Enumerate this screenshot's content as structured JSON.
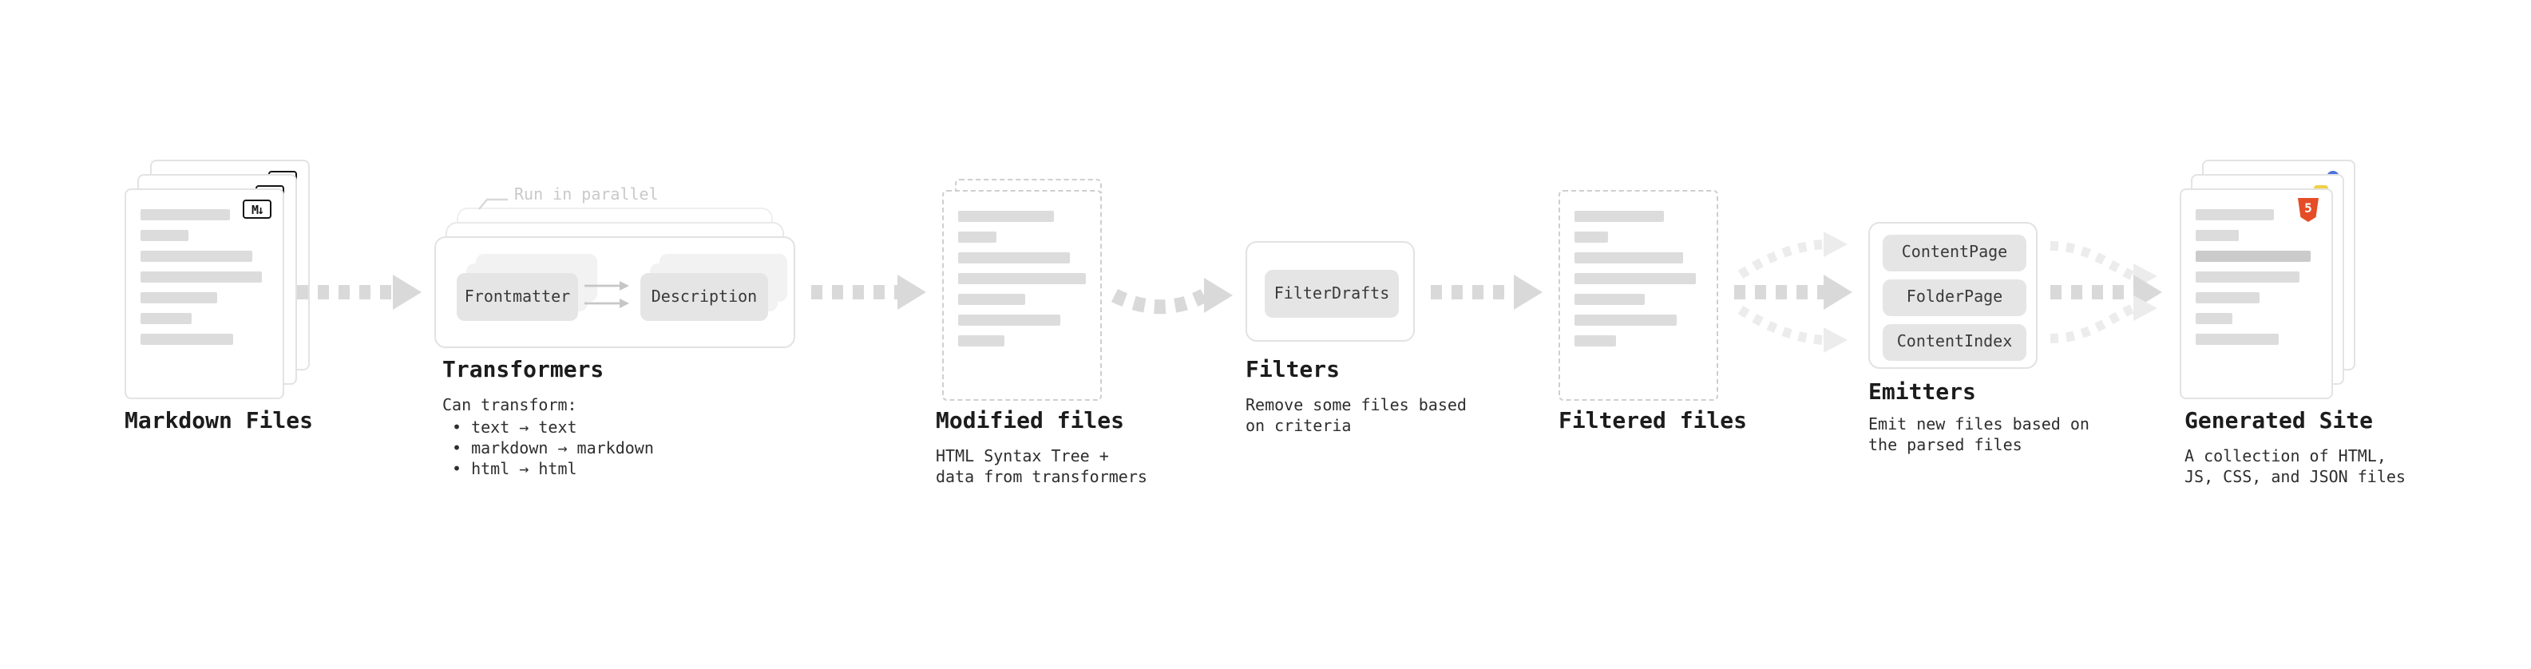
{
  "colors": {
    "arrow": "#d9d9d9",
    "arrow_light": "#ececec",
    "button_bg": "#e5e5e5",
    "card_border": "#e3e3e3",
    "dashed_border": "#cfcfcf",
    "placeholder_bar": "#dcdcdc",
    "label_text": "#1c1c1c",
    "note_text": "#c9c9c9",
    "html5_orange": "#e44d26",
    "js_yellow": "#f0d048",
    "css_blue": "#4a74dd"
  },
  "icons": {
    "markdown_badge": "M↓",
    "html5_badge": "5"
  },
  "nodes": {
    "markdown_files": {
      "label": "Markdown Files"
    },
    "transformers": {
      "label": "Transformers",
      "note": "Run in parallel",
      "buttons": [
        "Frontmatter",
        "Description"
      ],
      "desc_title": "Can transform:",
      "bullets": [
        "• text → text",
        "• markdown → markdown",
        "• html → html"
      ]
    },
    "modified_files": {
      "label": "Modified files",
      "desc": [
        "HTML Syntax Tree +",
        "data from transformers"
      ]
    },
    "filters": {
      "label": "Filters",
      "button": "FilterDrafts",
      "desc": [
        "Remove some files based",
        "on criteria"
      ]
    },
    "filtered_files": {
      "label": "Filtered files"
    },
    "emitters": {
      "label": "Emitters",
      "buttons": [
        "ContentPage",
        "FolderPage",
        "ContentIndex"
      ],
      "desc": [
        "Emit new files based on",
        "the parsed files"
      ]
    },
    "generated_site": {
      "label": "Generated Site",
      "desc": [
        "A collection of HTML,",
        "JS, CSS, and JSON files"
      ]
    }
  }
}
